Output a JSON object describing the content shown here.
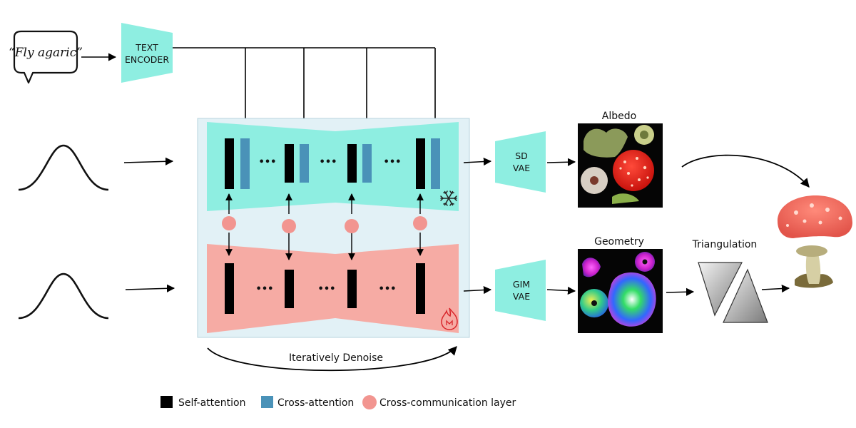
{
  "prompt": {
    "text": "“Fly agaric”"
  },
  "text_encoder": {
    "line1": "TEXT",
    "line2": "ENCODER"
  },
  "sd_vae": {
    "line1": "SD",
    "line2": "VAE"
  },
  "gim_vae": {
    "line1": "GIM",
    "line2": "VAE"
  },
  "albedo": {
    "title": "Albedo"
  },
  "geometry": {
    "title": "Geometry"
  },
  "triangulation": {
    "title": "Triangulation"
  },
  "loop": {
    "label": "Iteratively Denoise"
  },
  "ellipsis": "•••",
  "legend": {
    "self_attention": "Self-attention",
    "cross_attention": "Cross-attention",
    "cross_communication": "Cross-communication layer"
  },
  "colors": {
    "teal": "#8eeee1",
    "pink": "#f6aba4",
    "panel": "#e2f1f6",
    "cross_attention": "#4a92b8",
    "node": "#f29590",
    "self_attention": "#000000"
  }
}
